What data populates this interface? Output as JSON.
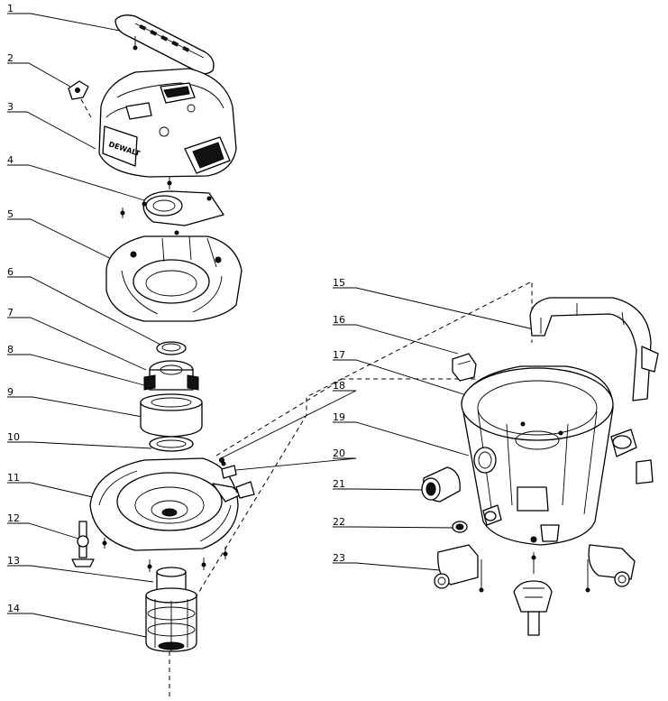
{
  "callouts": [
    "1",
    "2",
    "3",
    "4",
    "5",
    "6",
    "7",
    "8",
    "9",
    "10",
    "11",
    "12",
    "13",
    "14",
    "15",
    "16",
    "17",
    "18",
    "19",
    "20",
    "21",
    "22",
    "23"
  ],
  "logo_text": "DEWALT"
}
